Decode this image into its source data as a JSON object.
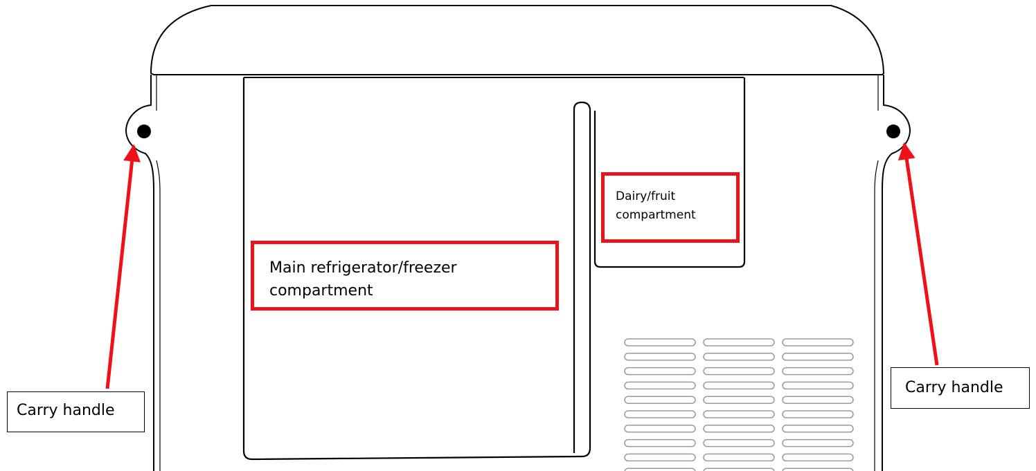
{
  "labels": {
    "main_compartment": [
      "Main refrigerator/freezer",
      "compartment"
    ],
    "dairy_compartment": [
      "Dairy/fruit",
      "compartment"
    ],
    "carry_handle_left": "Carry handle",
    "carry_handle_right": "Carry handle"
  },
  "vent_grille": {
    "columns": 3,
    "rows": 10
  },
  "colors": {
    "outline": "#000000",
    "callout_border": "#e8141b",
    "arrow": "#f01018",
    "vent_slot": "#9a9a9a",
    "background": "#ffffff"
  }
}
